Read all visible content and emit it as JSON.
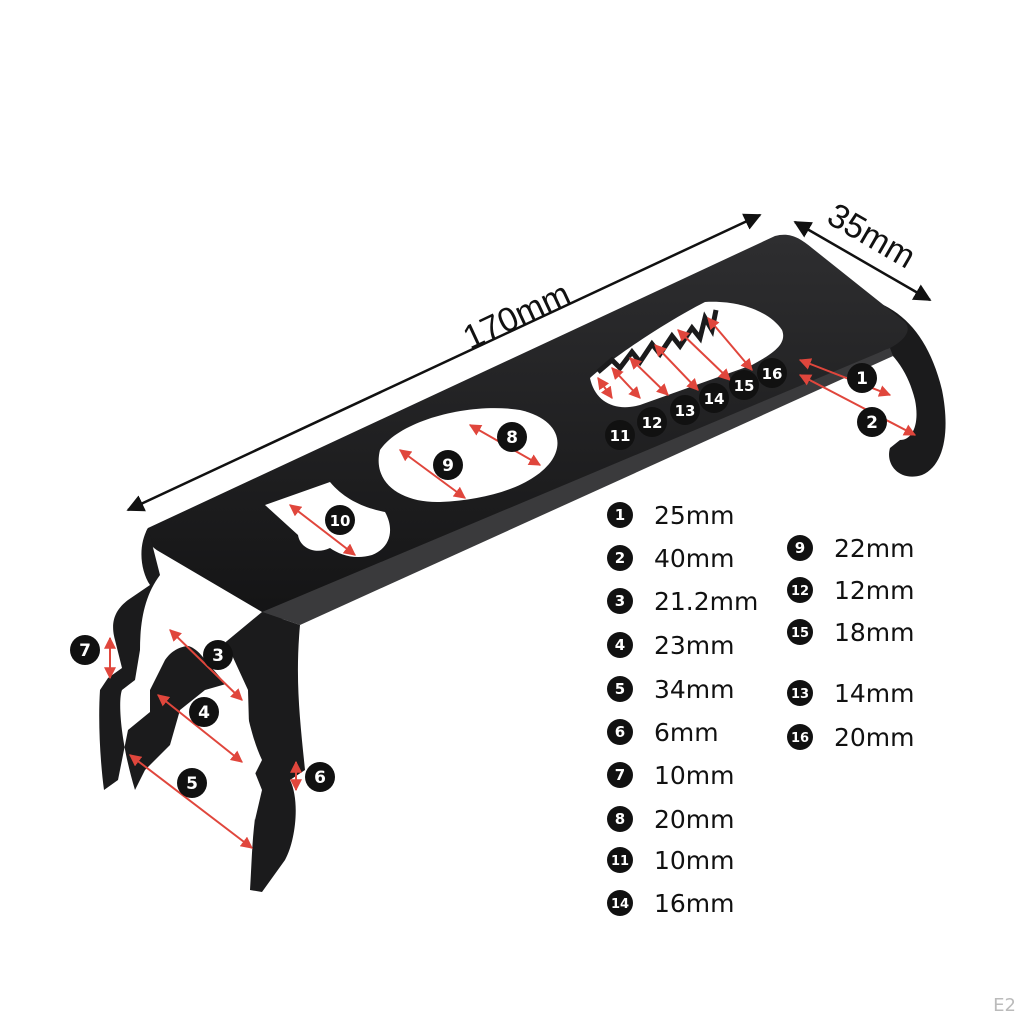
{
  "colors": {
    "bracket": "#1b1b1c",
    "highlight": "#3a3a3c",
    "arrow": "#e0463c",
    "badge": "#111111",
    "text": "#111111"
  },
  "overall": {
    "length": "170mm",
    "width": "35mm"
  },
  "badges": [
    {
      "id": "1",
      "label": "1"
    },
    {
      "id": "2",
      "label": "2"
    },
    {
      "id": "3",
      "label": "3"
    },
    {
      "id": "4",
      "label": "4"
    },
    {
      "id": "5",
      "label": "5"
    },
    {
      "id": "6",
      "label": "6"
    },
    {
      "id": "7",
      "label": "7"
    },
    {
      "id": "8",
      "label": "8"
    },
    {
      "id": "9",
      "label": "9"
    },
    {
      "id": "10",
      "label": "10"
    },
    {
      "id": "11",
      "label": "11"
    },
    {
      "id": "12",
      "label": "12"
    },
    {
      "id": "13",
      "label": "13"
    },
    {
      "id": "14",
      "label": "14"
    },
    {
      "id": "15",
      "label": "15"
    },
    {
      "id": "16",
      "label": "16"
    }
  ],
  "legend": {
    "left": [
      {
        "num": "1",
        "value": "25mm"
      },
      {
        "num": "2",
        "value": "40mm"
      },
      {
        "num": "3",
        "value": "21.2mm"
      },
      {
        "num": "4",
        "value": "23mm"
      },
      {
        "num": "5",
        "value": "34mm"
      },
      {
        "num": "6",
        "value": "6mm"
      },
      {
        "num": "7",
        "value": "10mm"
      },
      {
        "num": "8",
        "value": "20mm"
      },
      {
        "num": "11",
        "value": "10mm"
      },
      {
        "num": "14",
        "value": "16mm"
      }
    ],
    "right": [
      {
        "num": "9",
        "value": "22mm"
      },
      {
        "num": "12",
        "value": "12mm"
      },
      {
        "num": "15",
        "value": "18mm"
      },
      {
        "num": "13",
        "value": "14mm"
      },
      {
        "num": "16",
        "value": "20mm"
      }
    ]
  },
  "corner_mark": "E2"
}
